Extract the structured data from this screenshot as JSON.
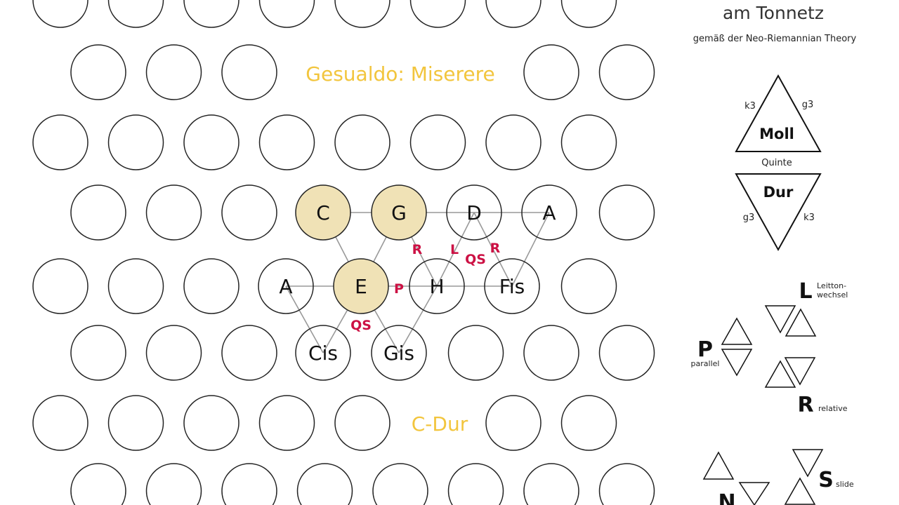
{
  "header": {
    "title": "am Tonnetz",
    "subtitle": "gemäß der Neo-Riemannian Theory"
  },
  "overlay": {
    "piece_label": "Gesualdo: Miserere",
    "key_label": "C-Dur",
    "label_color": "#f2c53d"
  },
  "colors": {
    "highlight_fill": "#f0e2b6",
    "operation_color": "#cc1144",
    "line_color": "#999999"
  },
  "tonnetz": {
    "notes": [
      {
        "label": "C",
        "highlight": true
      },
      {
        "label": "G",
        "highlight": true
      },
      {
        "label": "D",
        "highlight": false
      },
      {
        "label": "A",
        "highlight": false
      },
      {
        "label": "A",
        "highlight": false
      },
      {
        "label": "E",
        "highlight": true
      },
      {
        "label": "H",
        "highlight": false
      },
      {
        "label": "Fis",
        "highlight": false
      },
      {
        "label": "Cis",
        "highlight": false
      },
      {
        "label": "Gis",
        "highlight": false
      }
    ],
    "operations": [
      {
        "label": "R"
      },
      {
        "label": "L"
      },
      {
        "label": "QS"
      },
      {
        "label": "R"
      },
      {
        "label": "P"
      },
      {
        "label": "QS"
      }
    ]
  },
  "legend": {
    "moll_label": "Moll",
    "dur_label": "Dur",
    "k3": "k3",
    "g3": "g3",
    "quinte": "Quinte",
    "L": "L",
    "L_desc_1": "Leitton-",
    "L_desc_2": "wechsel",
    "P": "P",
    "P_desc": "parallel",
    "R": "R",
    "R_desc": "relative",
    "S": "S",
    "S_desc": "slide",
    "N": "N"
  }
}
